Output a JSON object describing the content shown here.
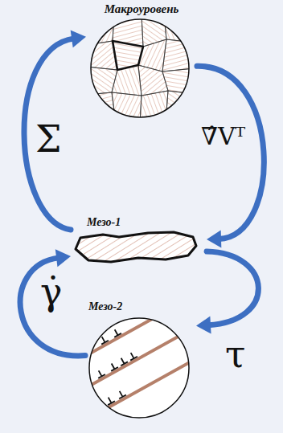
{
  "diagram": {
    "nodes": [
      {
        "text": [
          "Макроуровень"
        ]
      },
      {
        "text": [
          "Мезо-1"
        ]
      },
      {
        "text": [
          "Мезо-2"
        ]
      }
    ],
    "edges": [
      {
        "from": 1,
        "to": 0,
        "arrow": "to",
        "label": "Σ"
      },
      {
        "from": 0,
        "to": 1,
        "arrow": "to",
        "label": "∇̂Vᵀ"
      },
      {
        "from": 2,
        "to": 1,
        "arrow": "to",
        "label": "γ̇"
      },
      {
        "from": 1,
        "to": 2,
        "arrow": "to",
        "label": "τ"
      }
    ]
  }
}
